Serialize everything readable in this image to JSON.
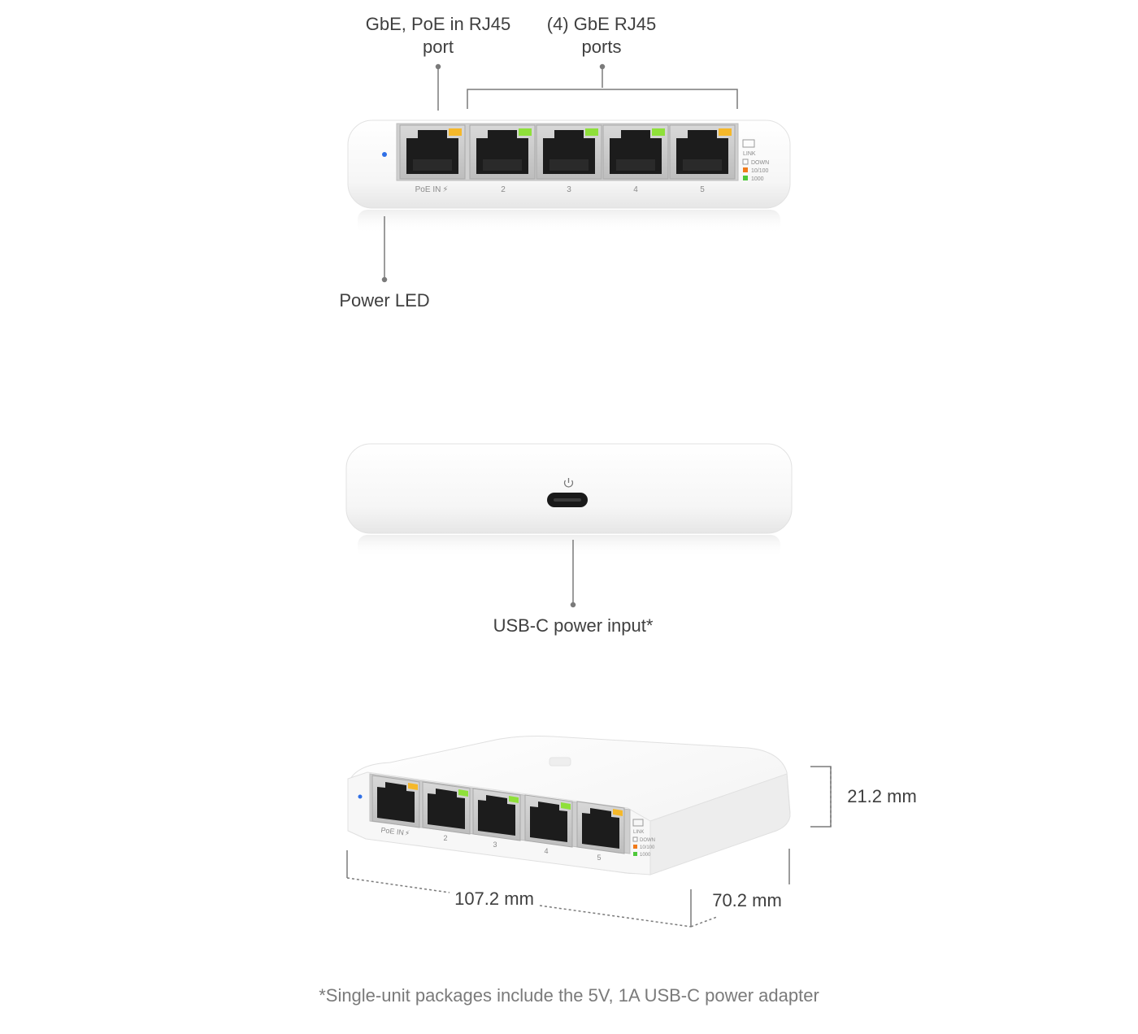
{
  "callouts": {
    "poe_in_port": "GbE, PoE in RJ45\nport",
    "gbe_ports": "(4) GbE RJ45\nports",
    "power_led": "Power LED",
    "usbc_input": "USB-C power input*"
  },
  "front_panel": {
    "port_labels": [
      "PoE IN",
      "2",
      "3",
      "4",
      "5"
    ],
    "legend_title": "LINK",
    "legend_items": [
      {
        "label": "DOWN",
        "color": "#ffffff"
      },
      {
        "label": "10/100",
        "color": "#f07a1a"
      },
      {
        "label": "1000",
        "color": "#4ec83a"
      }
    ]
  },
  "dimensions": {
    "width": "107.2 mm",
    "depth": "70.2 mm",
    "height": "21.2 mm"
  },
  "footnote": "*Single-unit packages include the 5V, 1A USB-C power adapter",
  "colors": {
    "led_orange": "#f5b82a",
    "led_green": "#8fe03a",
    "power_led": "#2f6fe6",
    "line": "#7a7a7a"
  }
}
